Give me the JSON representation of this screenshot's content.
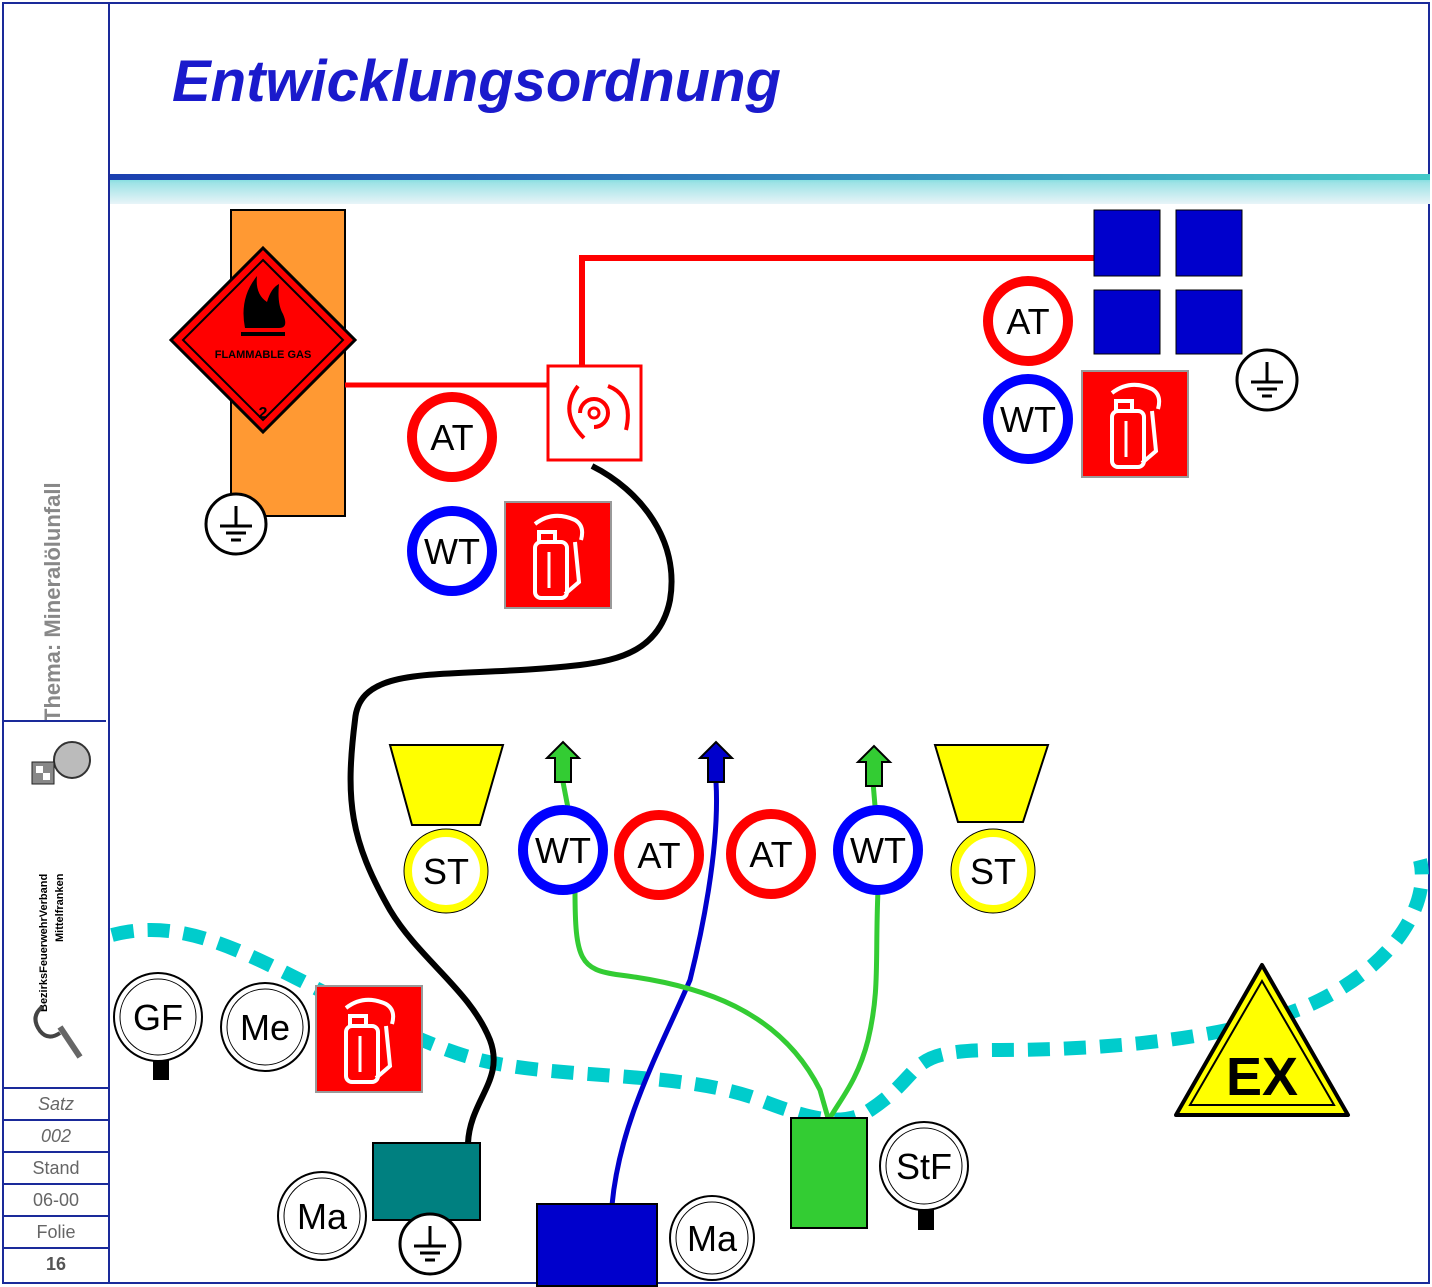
{
  "title": "Entwicklungsordnung",
  "sidebar": {
    "theme": "Thema: Mineralölunfall",
    "org_line1": "BezirksFeuerwehrVerband",
    "org_line2": "Mittelfranken",
    "satz_label": "Satz",
    "satz_value": "002",
    "stand_label": "Stand",
    "stand_value": "06-00",
    "folie_label": "Folie",
    "folie_value": "16"
  },
  "diagram": {
    "hazard_label": "FLAMMABLE GAS",
    "hazard_class": "2",
    "ex_label": "EX",
    "nodes": {
      "at": "AT",
      "wt": "WT",
      "st": "ST",
      "gf": "GF",
      "me": "Me",
      "ma": "Ma",
      "stf": "StF"
    },
    "colors": {
      "red": "#ff0000",
      "blue": "#0000ff",
      "yellow": "#ffff00",
      "orange": "#ff9933",
      "green": "#33cc33",
      "teal": "#008080",
      "navy": "#0000cc",
      "cyan_dash": "#00cccc"
    }
  }
}
